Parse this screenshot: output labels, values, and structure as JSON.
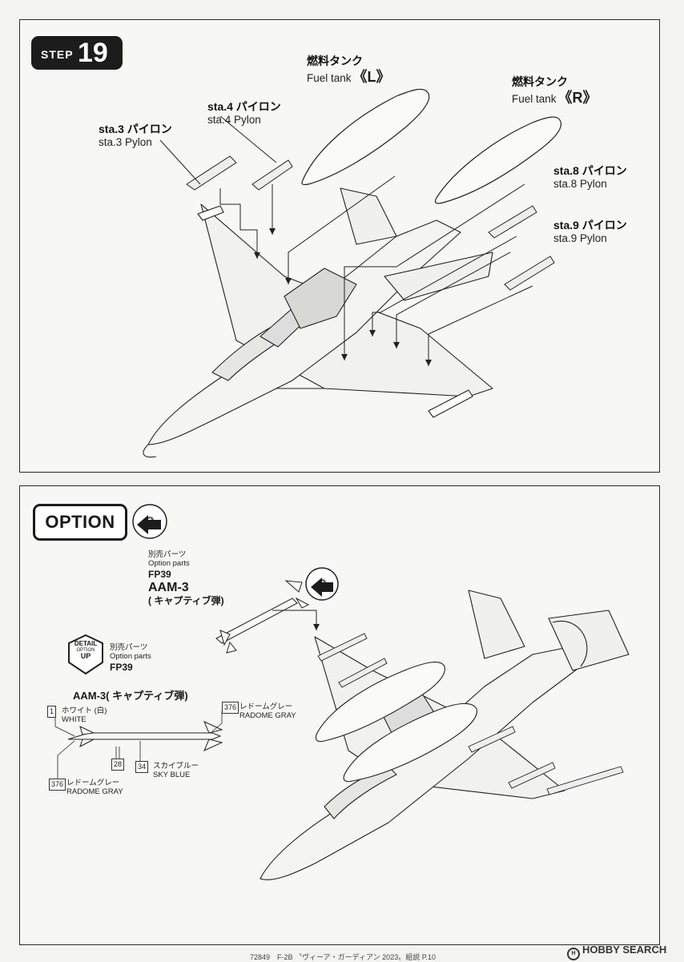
{
  "step": {
    "word": "STEP",
    "number": "19"
  },
  "labels": {
    "fuel_tank_l": {
      "jp": "燃料タンク",
      "en": "Fuel tank",
      "side": "《L》"
    },
    "fuel_tank_r": {
      "jp": "燃料タンク",
      "en": "Fuel tank",
      "side": "《R》"
    },
    "sta3": {
      "jp": "sta.3 パイロン",
      "en": "sta.3 Pylon"
    },
    "sta4": {
      "jp": "sta.4 パイロン",
      "en": "sta.4 Pylon"
    },
    "sta8": {
      "jp": "sta.8 パイロン",
      "en": "sta.8 Pylon"
    },
    "sta9": {
      "jp": "sta.9 パイロン",
      "en": "sta.9 Pylon"
    }
  },
  "option": {
    "badge": "OPTION",
    "optional_parts": {
      "jp": "別売パーツ",
      "en": "Option parts",
      "code": "FP39",
      "name": "AAM-3",
      "sub": "( キャプティブ弾)"
    },
    "detail": {
      "badge_lines": [
        "DETAIL",
        "OPTION",
        "UP"
      ],
      "jp": "別売パーツ",
      "en": "Option parts",
      "code": "FP39",
      "missile_title": "AAM-3( キャプティブ弾)"
    },
    "colors": [
      {
        "num": "1",
        "jp": "ホワイト (白)",
        "en": "WHITE"
      },
      {
        "num": "376",
        "jp": "レドームグレー",
        "en": "RADOME GRAY"
      },
      {
        "num": "28",
        "jp": "",
        "en": ""
      },
      {
        "num": "34",
        "jp": "スカイブルー",
        "en": "SKY BLUE"
      },
      {
        "num": "376",
        "jp": "レドームグレー",
        "en": "RADOME GRAY"
      }
    ]
  },
  "footer": {
    "left": "72849　F-2B 〝ヴィーア・ガーディアン 2023〟組説 P.10",
    "right": "HOBBY SEARCH"
  },
  "icons": [
    "arrow-plain-icon",
    "rotate-arrow-icon",
    "question-badge-icon",
    "detail-up-icon"
  ]
}
